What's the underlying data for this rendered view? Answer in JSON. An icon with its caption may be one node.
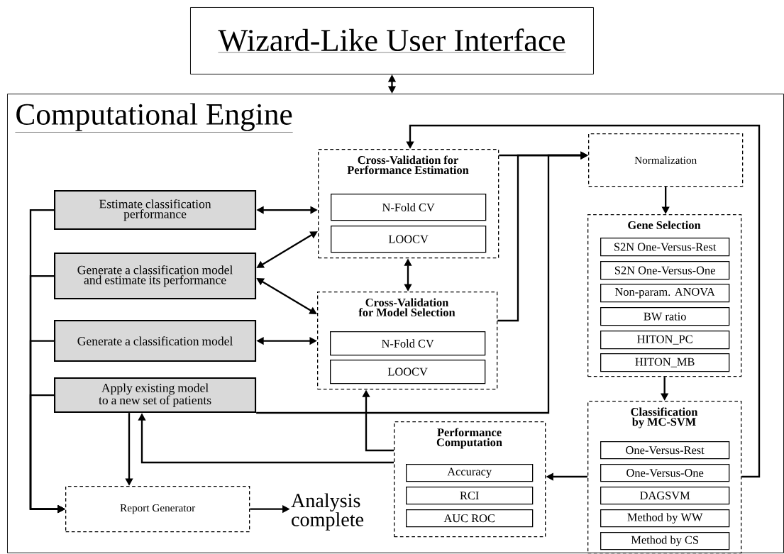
{
  "diagram": {
    "nodes": [
      {
        "text": [
          "Wizard-Like User Interface"
        ]
      },
      {
        "text": [
          "Computational Engine"
        ]
      },
      {
        "text": [
          "Estimate classification performance"
        ],
        "in": 1
      },
      {
        "text": [
          "Generate a classification model and estimate its performance"
        ],
        "in": 1
      },
      {
        "text": [
          "Generate a classification model"
        ],
        "in": 1
      },
      {
        "text": [
          "Apply existing model to a new set of patients"
        ],
        "in": 1
      },
      {
        "text": [
          "Cross-Validation for Performance Estimation"
        ],
        "in": 1
      },
      {
        "text": [
          "N-Fold CV"
        ],
        "in": 6
      },
      {
        "text": [
          "LOOCV"
        ],
        "in": 6
      },
      {
        "text": [
          "Cross-Validation for Model Selection"
        ],
        "in": 1
      },
      {
        "text": [
          "N-Fold CV"
        ],
        "in": 9
      },
      {
        "text": [
          "LOOCV"
        ],
        "in": 9
      },
      {
        "text": [
          "Normalization"
        ],
        "in": 1
      },
      {
        "text": [
          "Gene Selection"
        ],
        "in": 1
      },
      {
        "text": [
          "S2N One-Versus-Rest"
        ],
        "in": 13
      },
      {
        "text": [
          "S2N One-Versus-One"
        ],
        "in": 13
      },
      {
        "text": [
          "Non-param. ANOVA"
        ],
        "in": 13
      },
      {
        "text": [
          "BW ratio"
        ],
        "in": 13
      },
      {
        "text": [
          "HITON_PC"
        ],
        "in": 13
      },
      {
        "text": [
          "HITON_MB"
        ],
        "in": 13
      },
      {
        "text": [
          "Classification by MC-SVM"
        ],
        "in": 1
      },
      {
        "text": [
          "One-Versus-Rest"
        ],
        "in": 20
      },
      {
        "text": [
          "One-Versus-One"
        ],
        "in": 20
      },
      {
        "text": [
          "DAGSVM"
        ],
        "in": 20
      },
      {
        "text": [
          "Method by WW"
        ],
        "in": 20
      },
      {
        "text": [
          "Method by CS"
        ],
        "in": 20
      },
      {
        "text": [
          "Performance Computation"
        ],
        "in": 1
      },
      {
        "text": [
          "Accuracy"
        ],
        "in": 26
      },
      {
        "text": [
          "RCI"
        ],
        "in": 26
      },
      {
        "text": [
          "AUC ROC"
        ],
        "in": 26
      },
      {
        "text": [
          "Report Generator"
        ],
        "in": 1
      },
      {
        "text": [
          "Analysis complete"
        ],
        "in": 1
      }
    ],
    "edges": [
      {
        "from": 0,
        "to": 1,
        "arrow": "both"
      },
      {
        "from": 2,
        "to": 6,
        "arrow": "both"
      },
      {
        "from": 3,
        "to": 6,
        "arrow": "both"
      },
      {
        "from": 3,
        "to": 9,
        "arrow": "both"
      },
      {
        "from": 4,
        "to": 9,
        "arrow": "both"
      },
      {
        "from": 6,
        "to": 9,
        "arrow": "both"
      },
      {
        "from": 2,
        "to": 30,
        "arrow": "to"
      },
      {
        "from": 3,
        "to": 30,
        "arrow": "to"
      },
      {
        "from": 4,
        "to": 30,
        "arrow": "to"
      },
      {
        "from": 5,
        "to": 30,
        "arrow": "to"
      },
      {
        "from": 5,
        "to": 30,
        "arrow": "to"
      },
      {
        "from": 26,
        "to": 5,
        "arrow": "to"
      },
      {
        "from": 26,
        "to": 9,
        "arrow": "to"
      },
      {
        "from": 20,
        "to": 26,
        "arrow": "to"
      },
      {
        "from": 20,
        "to": 6,
        "arrow": "to"
      },
      {
        "from": 6,
        "to": 12,
        "arrow": "to"
      },
      {
        "from": 9,
        "to": 12,
        "arrow": "to"
      },
      {
        "from": 5,
        "to": 12,
        "arrow": "to"
      },
      {
        "from": 12,
        "to": 13,
        "arrow": "to"
      },
      {
        "from": 13,
        "to": 20,
        "arrow": "to"
      },
      {
        "from": 30,
        "to": 31,
        "arrow": "to"
      }
    ]
  }
}
